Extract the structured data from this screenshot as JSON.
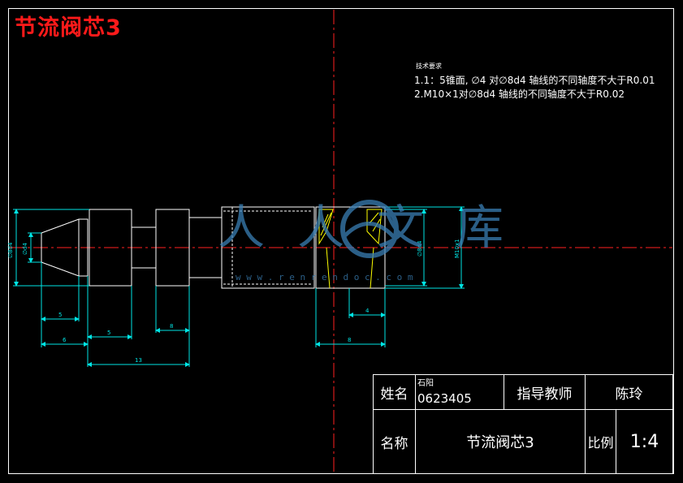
{
  "title": "节流阀芯3",
  "technical_requirements": {
    "heading": "技术要求",
    "items": [
      "1.1：5锥面, ∅4 对∅8d4 轴线的不同轴度不大于R0.01",
      "2.M10×1对∅8d4 轴线的不同轴度不大于R0.02"
    ]
  },
  "dimensions": {
    "left_dia_outer": "∅8d4",
    "left_dia_inner": "∅d4",
    "right_dia_inner": "∅8d4",
    "right_thread": "M10x1",
    "len_5a": "5",
    "len_6": "6",
    "len_5b": "5",
    "len_8a": "8",
    "len_13": "13",
    "len_4": "4",
    "len_8b": "8"
  },
  "watermark": {
    "text": "人人文库",
    "url": "w w w . r e n r e n d o c . c o m"
  },
  "title_block": {
    "name_label": "姓名",
    "student_name": "石阳",
    "student_id": "0623405",
    "advisor_label": "指导教师",
    "advisor_name": "陈玲",
    "part_label": "名称",
    "part_name": "节流阀芯3",
    "scale_label": "比例",
    "scale_value": "1:4"
  },
  "colors": {
    "title": "#ff1a1a",
    "outline": "#ffffff",
    "center_line": "#ff2020",
    "dimension": "#00e5e5",
    "hatch": "#ffff00",
    "watermark": "#3a7fb5"
  }
}
